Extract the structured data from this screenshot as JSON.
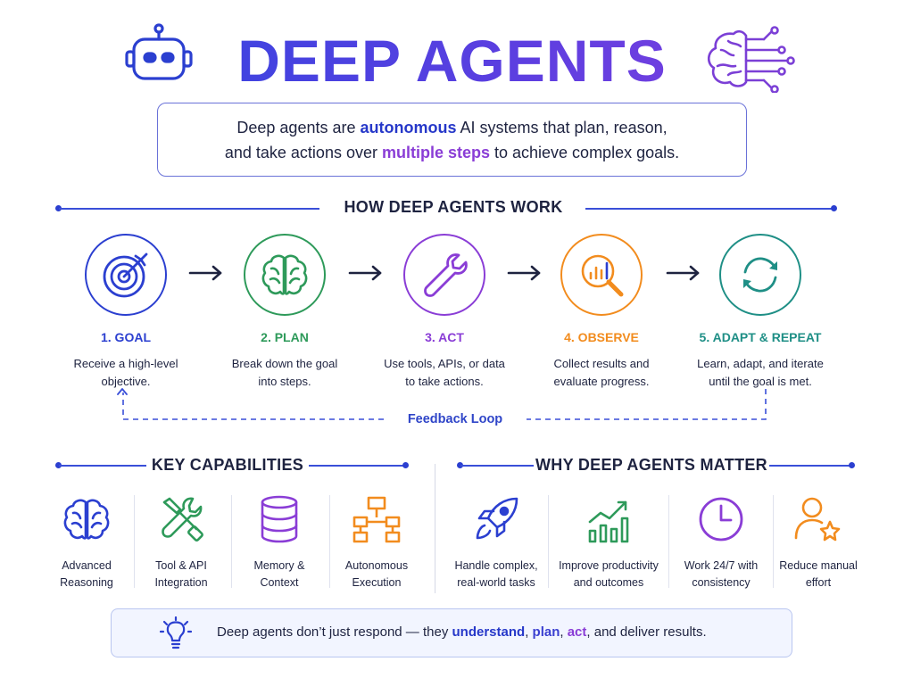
{
  "header": {
    "title": "DEEP AGENTS",
    "icons": [
      "robot-icon",
      "brain-circuit-icon"
    ]
  },
  "intro": {
    "line1_a": "Deep agents are ",
    "line1_hl": "autonomous",
    "line1_b": " AI systems that plan, reason,",
    "line2_a": "and take actions over ",
    "line2_hl": "multiple steps",
    "line2_b": " to achieve complex goals."
  },
  "how_it_works": {
    "heading": "HOW DEEP AGENTS WORK",
    "steps": [
      {
        "title": "1. GOAL",
        "desc1": "Receive a high-level",
        "desc2": "objective.",
        "icon": "target-icon",
        "color": "#2b3fd0"
      },
      {
        "title": "2. PLAN",
        "desc1": "Break down the goal",
        "desc2": "into steps.",
        "icon": "brain-icon",
        "color": "#2e9a5a"
      },
      {
        "title": "3. ACT",
        "desc1": "Use tools, APIs, or data",
        "desc2": "to take actions.",
        "icon": "wrench-icon",
        "color": "#8a3dd6"
      },
      {
        "title": "4. OBSERVE",
        "desc1": "Collect results and",
        "desc2": "evaluate progress.",
        "icon": "chart-magnifier-icon",
        "color": "#f28c1e"
      },
      {
        "title": "5. ADAPT & REPEAT",
        "desc1": "Learn, adapt, and iterate",
        "desc2": "until the goal is met.",
        "icon": "refresh-cycle-icon",
        "color": "#1f8f86"
      }
    ],
    "feedback_label": "Feedback Loop"
  },
  "key_capabilities": {
    "heading": "KEY CAPABILITIES",
    "items": [
      {
        "label1": "Advanced",
        "label2": "Reasoning",
        "icon": "brain-icon",
        "color": "#2b3fd0"
      },
      {
        "label1": "Tool & API",
        "label2": "Integration",
        "icon": "tools-icon",
        "color": "#2e9a5a"
      },
      {
        "label1": "Memory &",
        "label2": "Context",
        "icon": "database-icon",
        "color": "#8a3dd6"
      },
      {
        "label1": "Autonomous",
        "label2": "Execution",
        "icon": "flowchart-icon",
        "color": "#f28c1e"
      }
    ]
  },
  "why_matter": {
    "heading": "WHY DEEP AGENTS MATTER",
    "items": [
      {
        "label1": "Handle complex,",
        "label2": "real-world tasks",
        "icon": "rocket-icon",
        "color": "#2b3fd0"
      },
      {
        "label1": "Improve productivity",
        "label2": "and outcomes",
        "icon": "growth-chart-icon",
        "color": "#2e9a5a"
      },
      {
        "label1": "Work 24/7 with",
        "label2": "consistency",
        "icon": "clock-icon",
        "color": "#8a3dd6"
      },
      {
        "label1": "Reduce manual",
        "label2": "effort",
        "icon": "user-star-icon",
        "color": "#f28c1e"
      }
    ]
  },
  "tagline": {
    "a": "Deep agents don’t just respond — they ",
    "w1": "understand",
    "s1": ", ",
    "w2": "plan",
    "s2": ", ",
    "w3": "act",
    "b": ", and deliver results.",
    "icon": "lightbulb-icon"
  }
}
